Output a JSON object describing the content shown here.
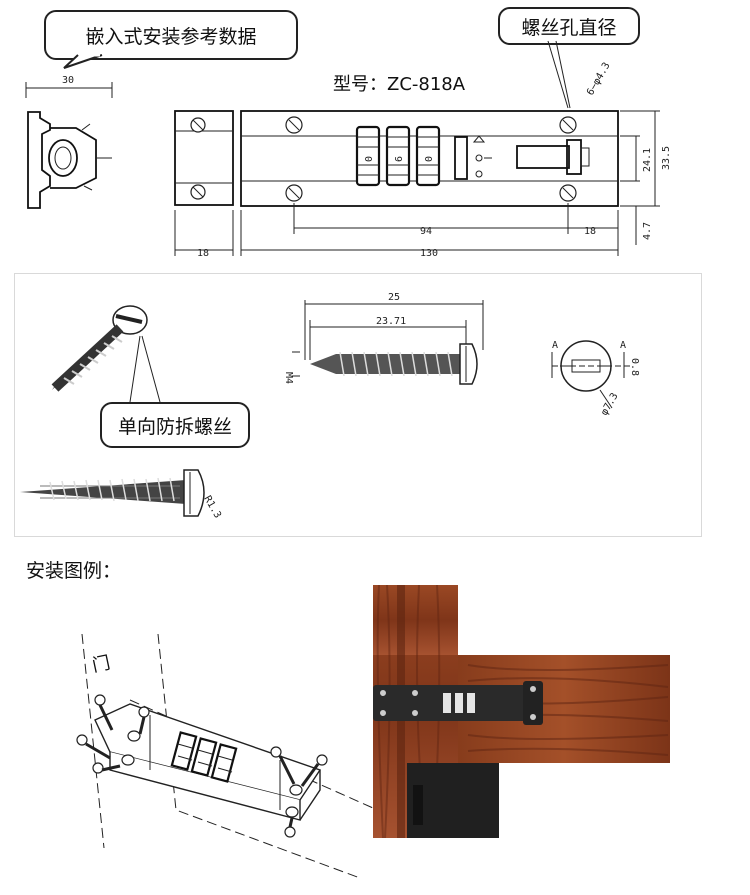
{
  "header": {
    "bubble_install": "嵌入式安装参考数据",
    "bubble_hole": "螺丝孔直径",
    "model": "型号：ZC-818A"
  },
  "top_dims": {
    "width_30": "30",
    "hole_spec": "6−φ4.3",
    "dim_24_1": "24.1",
    "dim_33_5": "33.5",
    "dim_4_7": "4.7",
    "dim_94": "94",
    "dim_18_right": "18",
    "dim_18_left": "18",
    "dim_130": "130",
    "dial_digits": [
      "0",
      "6",
      "0"
    ]
  },
  "screw_panel": {
    "label": "单向防拆螺丝",
    "dim_25": "25",
    "dim_23_71": "23.71",
    "dim_m4": "M4",
    "dim_a_left": "A",
    "dim_a_right": "A",
    "dim_0_8": "0.8",
    "dim_phi_7_3": "φ7.3",
    "dim_r1_3": "R1.3"
  },
  "install": {
    "title": "安装图例：",
    "door_label": "门"
  },
  "colors": {
    "wood": "#8a3f20",
    "wood_dark": "#5e2411",
    "lock_dark": "#2a2a2a"
  }
}
